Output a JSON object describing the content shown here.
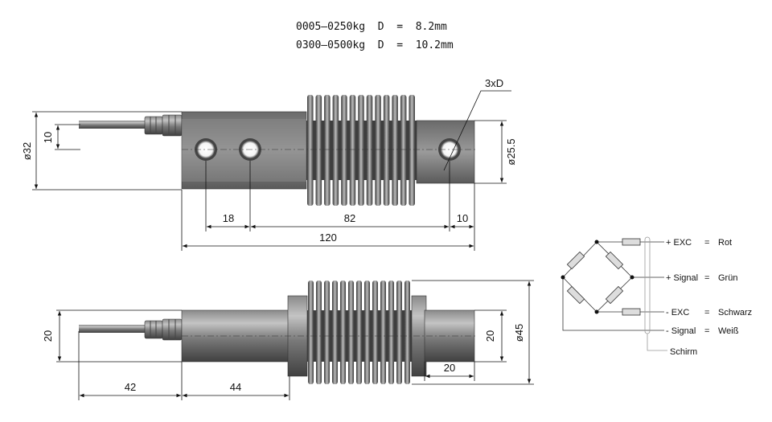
{
  "specs": [
    {
      "text": "0005—0250kg  D  =  8.2mm"
    },
    {
      "text": "0300—0500kg  D  =  10.2mm"
    }
  ],
  "top_view": {
    "hole_label": "3xD",
    "dim_diameter_body": "ø32",
    "dim_cable_height": "10",
    "dim_diameter_end": "ø25.5",
    "dim_hole_spacing": "18",
    "dim_center_span": "82",
    "dim_end_hole": "10",
    "dim_total_length": "120"
  },
  "side_view": {
    "dim_cable_offset": "20",
    "dim_cable_length": "42",
    "dim_body_length": "44",
    "dim_end_height": "20",
    "dim_end_length": "20",
    "dim_diameter_bellows": "ø45"
  },
  "wiring": {
    "rows": [
      {
        "signal": "+ EXC",
        "eq": "=",
        "color": "Rot"
      },
      {
        "signal": "+ Signal",
        "eq": "=",
        "color": "Grün"
      },
      {
        "signal": "- EXC",
        "eq": "=",
        "color": "Schwarz"
      },
      {
        "signal": "- Signal",
        "eq": "=",
        "color": "Weiß"
      }
    ],
    "shield_label": "Schirm"
  },
  "colors": {
    "metal_dark": "#5a5a5a",
    "metal_light": "#a8a8a8",
    "line": "#111111"
  }
}
